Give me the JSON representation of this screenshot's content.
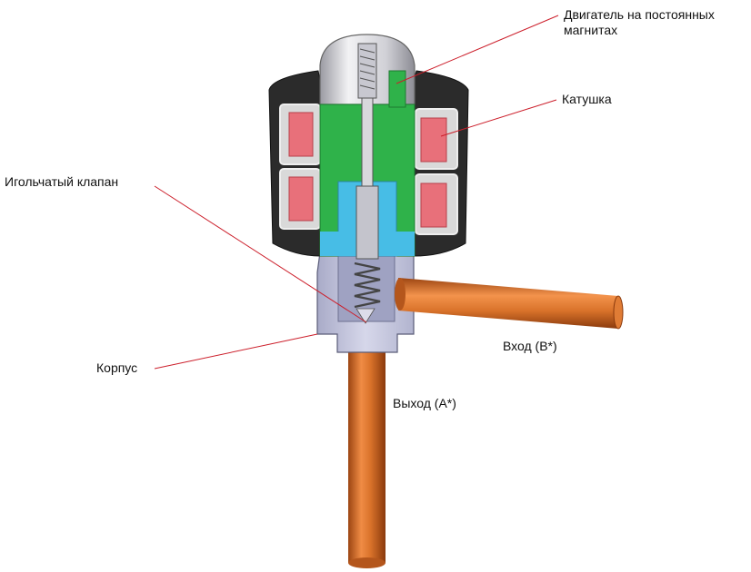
{
  "labels": {
    "motor_line1": "Двигатель на постоянных",
    "motor_line2": "магнитах",
    "coil": "Катушка",
    "needle_valve": "Игольчатый клапан",
    "body": "Корпус",
    "inlet": "Вход (B*)",
    "outlet": "Выход  (A*)"
  },
  "colors": {
    "leader_line": "#cc1f2b",
    "copper": "#d9722a",
    "rotor_green": "#2fb24a",
    "fluid_blue": "#47bde6",
    "coil_pink": "#e8707a",
    "housing_dark": "#2a2a2a",
    "valve_body": "#c7c8e0",
    "motor_cap": "#d8d8dc"
  }
}
